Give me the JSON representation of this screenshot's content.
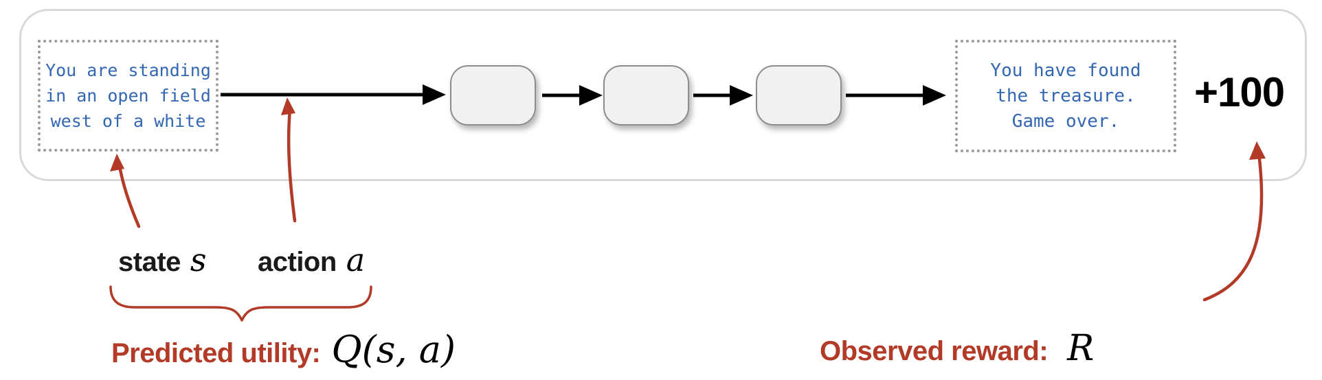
{
  "colors": {
    "annotation_red": "#b23a26",
    "terminal_blue": "#3366b3",
    "ink": "#000000",
    "container_border": "#d9d9d9",
    "node_fill": "#f1f1f1",
    "node_border": "#8c8c8c",
    "dotted_border": "#9a9a9a"
  },
  "episode": {
    "start_state_box": {
      "lines": [
        "You are standing",
        "in an open field",
        "west of a white"
      ]
    },
    "end_state_box": {
      "lines": [
        "You have found",
        "the treasure.",
        "Game over."
      ]
    },
    "intermediate_node_count": "3",
    "reward_value": "+100"
  },
  "annotations": {
    "state_label": {
      "word": "state",
      "symbol": "s"
    },
    "action_label": {
      "word": "action",
      "symbol": "a"
    },
    "predicted_utility": {
      "label": "Predicted utility:",
      "formula": "Q(s, a)"
    },
    "observed_reward": {
      "label": "Observed reward:",
      "symbol": "R"
    }
  }
}
